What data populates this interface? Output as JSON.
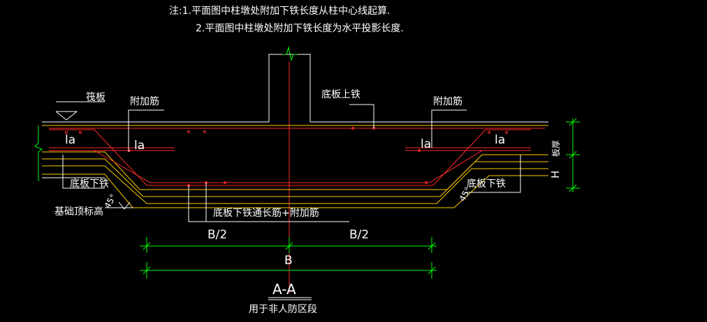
{
  "notes": {
    "line1": "注:1.平面图中柱墩处附加下铁长度从柱中心线起算.",
    "line2": "2.平面图中柱墩处附加下铁长度为水平投影长度."
  },
  "labels": {
    "raft": "筏板",
    "extra_bar_left": "附加筋",
    "extra_bar_right": "附加筋",
    "top_bar": "底板上铁",
    "bottom_bar_left": "底板下铁",
    "bottom_bar_right": "底板下铁",
    "foundation_top": "基础顶标高",
    "bottom_through": "底板下铁通长筋+附加筋",
    "la_1": "la",
    "la_2": "la",
    "la_3": "la",
    "la_4": "la",
    "angle_left": "45°",
    "angle_right": "45°",
    "slab_thickness": "板厚",
    "h": "H",
    "half_b_left": "B/2",
    "half_b_right": "B/2",
    "b": "B",
    "section_title": "A-A",
    "section_note": "用于非人防区段"
  },
  "colors": {
    "background": "#000000",
    "text": "#ffffff",
    "dimension": "#00ff00",
    "concrete": "#ffcc00",
    "rebar": "#ff2a2a"
  }
}
